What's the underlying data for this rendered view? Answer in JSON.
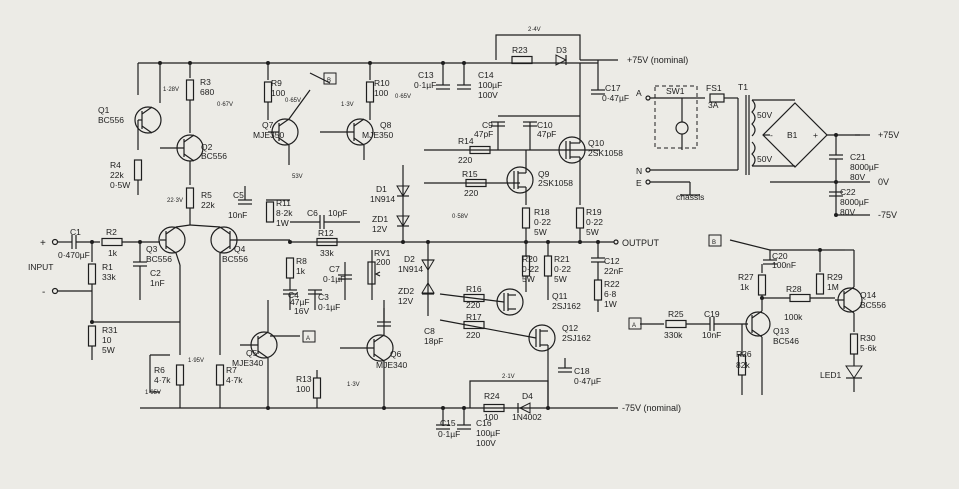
{
  "rails": {
    "pos": "+75V (nominal)",
    "neg": "-75V (nominal)",
    "output": "OUTPUT",
    "input": "INPUT",
    "in_plus": "+",
    "in_minus": "-"
  },
  "nets": {
    "a": "A",
    "b": "B"
  },
  "voltages": {
    "v_128": "1·28V",
    "v_067": "0·67V",
    "v_065a": "0·65V",
    "v_13a": "1·3V",
    "v_065b": "0·65V",
    "v_223": "22·3V",
    "v_53": "53V",
    "v_058": "0·58V",
    "v_24": "2·4V",
    "v_21": "2·1V",
    "v_195a": "1·95V",
    "v_195b": "1·95V",
    "v_13b": "1·3V"
  },
  "parts": {
    "q1_ref": "Q1",
    "q1_val": "BC556",
    "q2_ref": "Q2",
    "q2_val": "BC556",
    "q3_ref": "Q3",
    "q3_val": "BC556",
    "q4_ref": "Q4",
    "q4_val": "BC556",
    "q5_ref": "Q5",
    "q5_val": "MJE340",
    "q6_ref": "Q6",
    "q6_val": "MJE340",
    "q7_ref": "Q7",
    "q7_val": "MJE350",
    "q8_ref": "Q8",
    "q8_val": "MJE350",
    "q9_ref": "Q9",
    "q9_val": "2SK1058",
    "q10_ref": "Q10",
    "q10_val": "2SK1058",
    "q11_ref": "Q11",
    "q11_val": "2SJ162",
    "q12_ref": "Q12",
    "q12_val": "2SJ162",
    "q13_ref": "Q13",
    "q13_val": "BC546",
    "q14_ref": "Q14",
    "q14_val": "BC556",
    "r1_ref": "R1",
    "r1_val": "33k",
    "r2_ref": "R2",
    "r2_val": "1k",
    "r3_ref": "R3",
    "r3_val": "680",
    "r4_ref": "R4",
    "r4_val": "22k",
    "r4_w": "0·5W",
    "r5_ref": "R5",
    "r5_val": "22k",
    "r6_ref": "R6",
    "r6_val": "4·7k",
    "r7_ref": "R7",
    "r7_val": "4·7k",
    "r8_ref": "R8",
    "r8_val": "1k",
    "r9_ref": "R9",
    "r9_val": "100",
    "r10_ref": "R10",
    "r10_val": "100",
    "r11_ref": "R11",
    "r11_val": "8·2k",
    "r11_w": "1W",
    "r12_ref": "R12",
    "r12_val": "33k",
    "r13_ref": "R13",
    "r13_val": "100",
    "r14_ref": "R14",
    "r14_val": "220",
    "r15_ref": "R15",
    "r15_val": "220",
    "r16_ref": "R16",
    "r16_val": "220",
    "r17_ref": "R17",
    "r17_val": "220",
    "r18_ref": "R18",
    "r18_val": "0·22",
    "r18_w": "5W",
    "r19_ref": "R19",
    "r19_val": "0·22",
    "r19_w": "5W",
    "r20_ref": "R20",
    "r20_val": "0·22",
    "r20_w": "5W",
    "r21_ref": "R21",
    "r21_val": "0·22",
    "r21_w": "5W",
    "r22_ref": "R22",
    "r22_val": "6·8",
    "r22_w": "1W",
    "r23_ref": "R23",
    "r24_ref": "R24",
    "r24_val": "100",
    "r25_ref": "R25",
    "r25_val": "330k",
    "r26_ref": "R26",
    "r26_val": "82k",
    "r27_ref": "R27",
    "r27_val": "1k",
    "r28_ref": "R28",
    "r28_val": "100k",
    "r29_ref": "R29",
    "r29_val": "1M",
    "r30_ref": "R30",
    "r30_val": "5·6k",
    "r31_ref": "R31",
    "r31_val": "10",
    "r31_w": "5W",
    "rv1_ref": "RV1",
    "rv1_val": "200",
    "c1_ref": "C1",
    "c1_val": "0·470µF",
    "c2_ref": "C2",
    "c2_val": "1nF",
    "c3_ref": "C3",
    "c3_val": "0·1µF",
    "c4_ref": "C4",
    "c4_val": "47µF",
    "c4_v": "16V",
    "c5_ref": "C5",
    "c5_val": "10nF",
    "c6_ref": "C6",
    "c6_val": "10pF",
    "c7_ref": "C7",
    "c7_val": "0·1µF",
    "c8_ref": "C8",
    "c8_val": "18pF",
    "c9_ref": "C9",
    "c9_val": "47pF",
    "c10_ref": "C10",
    "c10_val": "47pF",
    "c12_ref": "C12",
    "c12_val": "22nF",
    "c13_ref": "C13",
    "c13_val": "0·1µF",
    "c14_ref": "C14",
    "c14_val": "100µF",
    "c14_v": "100V",
    "c15_ref": "C15",
    "c15_val": "0·1µF",
    "c16_ref": "C16",
    "c16_val": "100µF",
    "c16_v": "100V",
    "c17_ref": "C17",
    "c17_val": "0·47µF",
    "c18_ref": "C18",
    "c18_val": "0·47µF",
    "c19_ref": "C19",
    "c19_val": "10nF",
    "c20_ref": "C20",
    "c20_val": "100nF",
    "c21_ref": "C21",
    "c21_val": "8000µF",
    "c21_v": "80V",
    "c22_ref": "C22",
    "c22_val": "8000µF",
    "c22_v": "80V",
    "d1_ref": "D1",
    "d1_val": "1N914",
    "d2_ref": "D2",
    "d2_val": "1N914",
    "d3_ref": "D3",
    "d4_ref": "D4",
    "d4_val": "1N4002",
    "zd1_ref": "ZD1",
    "zd1_val": "12V",
    "zd2_ref": "ZD2",
    "zd2_val": "12V",
    "led1_ref": "LED1"
  },
  "psu": {
    "a": "A",
    "n": "N",
    "e": "E",
    "sw1": "SW1",
    "fs1": "FS1",
    "fs1_val": "3A",
    "t1": "T1",
    "w1": "50V",
    "w2": "50V",
    "b1": "B1",
    "chassis": "chassis",
    "pos": "+75V",
    "zero": "0V",
    "neg": "-75V",
    "plus": "+",
    "minus": "-"
  },
  "led": {
    "a": "A",
    "b": "B"
  }
}
